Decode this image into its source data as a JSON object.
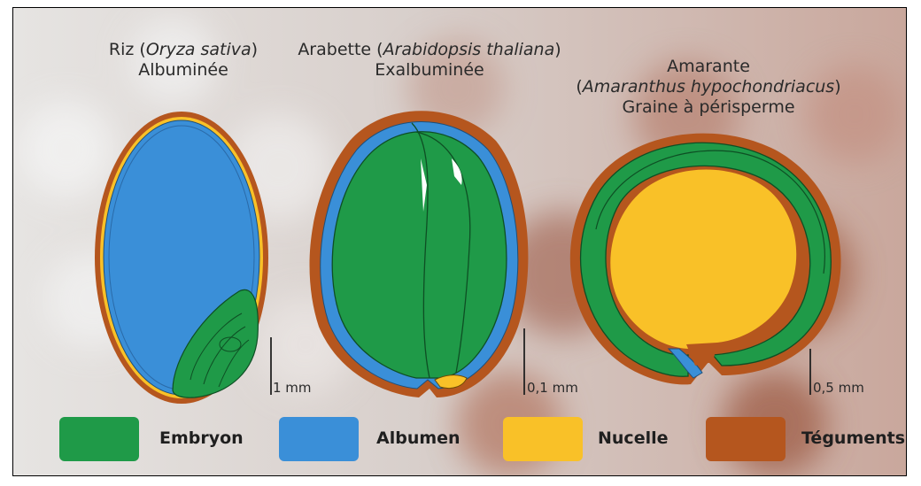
{
  "seeds": [
    {
      "name_prefix": "Riz (",
      "name_italic": "Oryza sativa",
      "name_suffix": ")",
      "type": "Albuminée",
      "scale": "1 mm"
    },
    {
      "name_prefix": "Arabette (",
      "name_italic": "Arabidopsis thaliana",
      "name_suffix": ")",
      "type": "Exalbuminée",
      "scale": "0,1 mm"
    },
    {
      "line1": "Amarante",
      "name_prefix": "(",
      "name_italic": "Amaranthus hypochondriacus",
      "name_suffix": ")",
      "type": "Graine à périsperme",
      "scale": "0,5 mm"
    }
  ],
  "legend": [
    {
      "label": "Embryon",
      "color": "#1f9a48"
    },
    {
      "label": "Albumen",
      "color": "#3a8fd8"
    },
    {
      "label": "Nucelle",
      "color": "#f9c128"
    },
    {
      "label": "Téguments",
      "color": "#b5561e"
    }
  ],
  "colors": {
    "embryo": "#1f9a48",
    "albumen": "#3a8fd8",
    "nucellus": "#f9c128",
    "tegument": "#b5561e"
  }
}
